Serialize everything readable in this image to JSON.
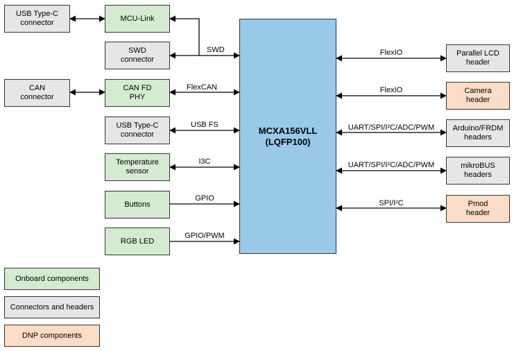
{
  "mcu": {
    "label": "MCXA156VLL\n(LQFP100)"
  },
  "blocks": {
    "usb_c_left": "USB Type-C\nconnector",
    "mcu_link": "MCU-Link",
    "swd_connector": "SWD\nconnector",
    "can_connector": "CAN\nconnector",
    "can_fd_phy": "CAN FD\nPHY",
    "usb_c_center": "USB Type-C\nconnector",
    "temperature_sensor": "Temperature\nsensor",
    "buttons": "Buttons",
    "rgb_led": "RGB LED",
    "parallel_lcd": "Parallel LCD\nheader",
    "camera": "Camera\nheader",
    "arduino": "Arduino/FRDM\nheaders",
    "mikrobus": "mikroBUS\nheaders",
    "pmod": "Pmod\nheader"
  },
  "signals": {
    "swd": "SWD",
    "flexcan": "FlexCAN",
    "usb_fs": "USB FS",
    "i3c": "I3C",
    "gpio": "GPIO",
    "gpio_pwm": "GPIO/PWM",
    "flexio_lcd": "FlexIO",
    "flexio_camera": "FlexIO",
    "uart_arduino": "UART/SPI/I²C/ADC/PWM",
    "uart_mikrobus": "UART/SPI/I²C/ADC/PWM",
    "spi_i2c": "SPI/I²C"
  },
  "legend": {
    "onboard": "Onboard components",
    "connectors": "Connectors and headers",
    "dnp": "DNP components"
  },
  "colors": {
    "onboard": "#d5ebd1",
    "connectors": "#e6e6e6",
    "dnp": "#fbdcc6",
    "mcu": "#98c9e9"
  }
}
